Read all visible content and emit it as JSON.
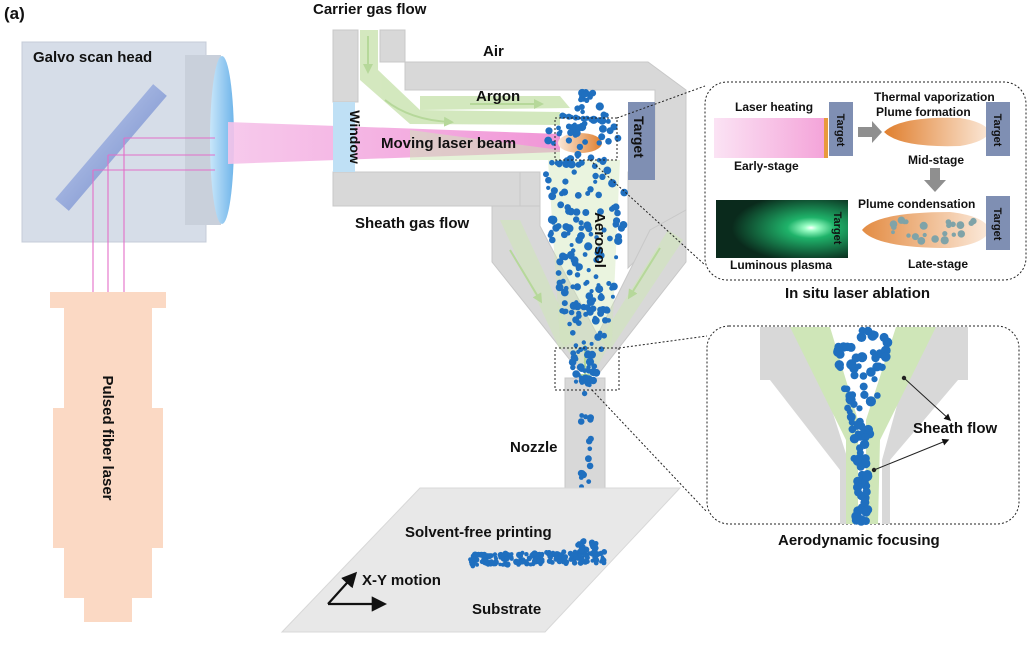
{
  "panel_label": "(a)",
  "labels": {
    "galvo": "Galvo scan head",
    "fiber_laser": "Pulsed fiber laser",
    "carrier_gas": "Carrier gas flow",
    "air": "Air",
    "argon": "Argon",
    "window": "Window",
    "laser_beam": "Moving laser beam",
    "target": "Target",
    "sheath_gas": "Sheath gas flow",
    "aerosol": "Aerosol",
    "nozzle": "Nozzle",
    "printing": "Solvent-free printing",
    "motion": "X-Y motion",
    "substrate": "Substrate"
  },
  "inset_ablation": {
    "title": "In situ laser ablation",
    "laser_heating": "Laser heating",
    "early_stage": "Early-stage",
    "thermal_vaporization": "Thermal vaporization",
    "plume_formation": "Plume formation",
    "mid_stage": "Mid-stage",
    "plume_condensation": "Plume condensation",
    "late_stage": "Late-stage",
    "luminous_plasma": "Luminous plasma",
    "target": "Target"
  },
  "inset_focusing": {
    "title": "Aerodynamic focusing",
    "sheath_flow": "Sheath flow"
  },
  "colors": {
    "galvo_body": "#d6dde8",
    "fiber_body": "#fbd9c4",
    "laser_beam": "#f2a6dc",
    "housing": "#d8d8d8",
    "gas_flow": "#cfe6b8",
    "target": "#7f8fb3",
    "particle": "#1f6fbf",
    "window": "#bfe0f5"
  }
}
